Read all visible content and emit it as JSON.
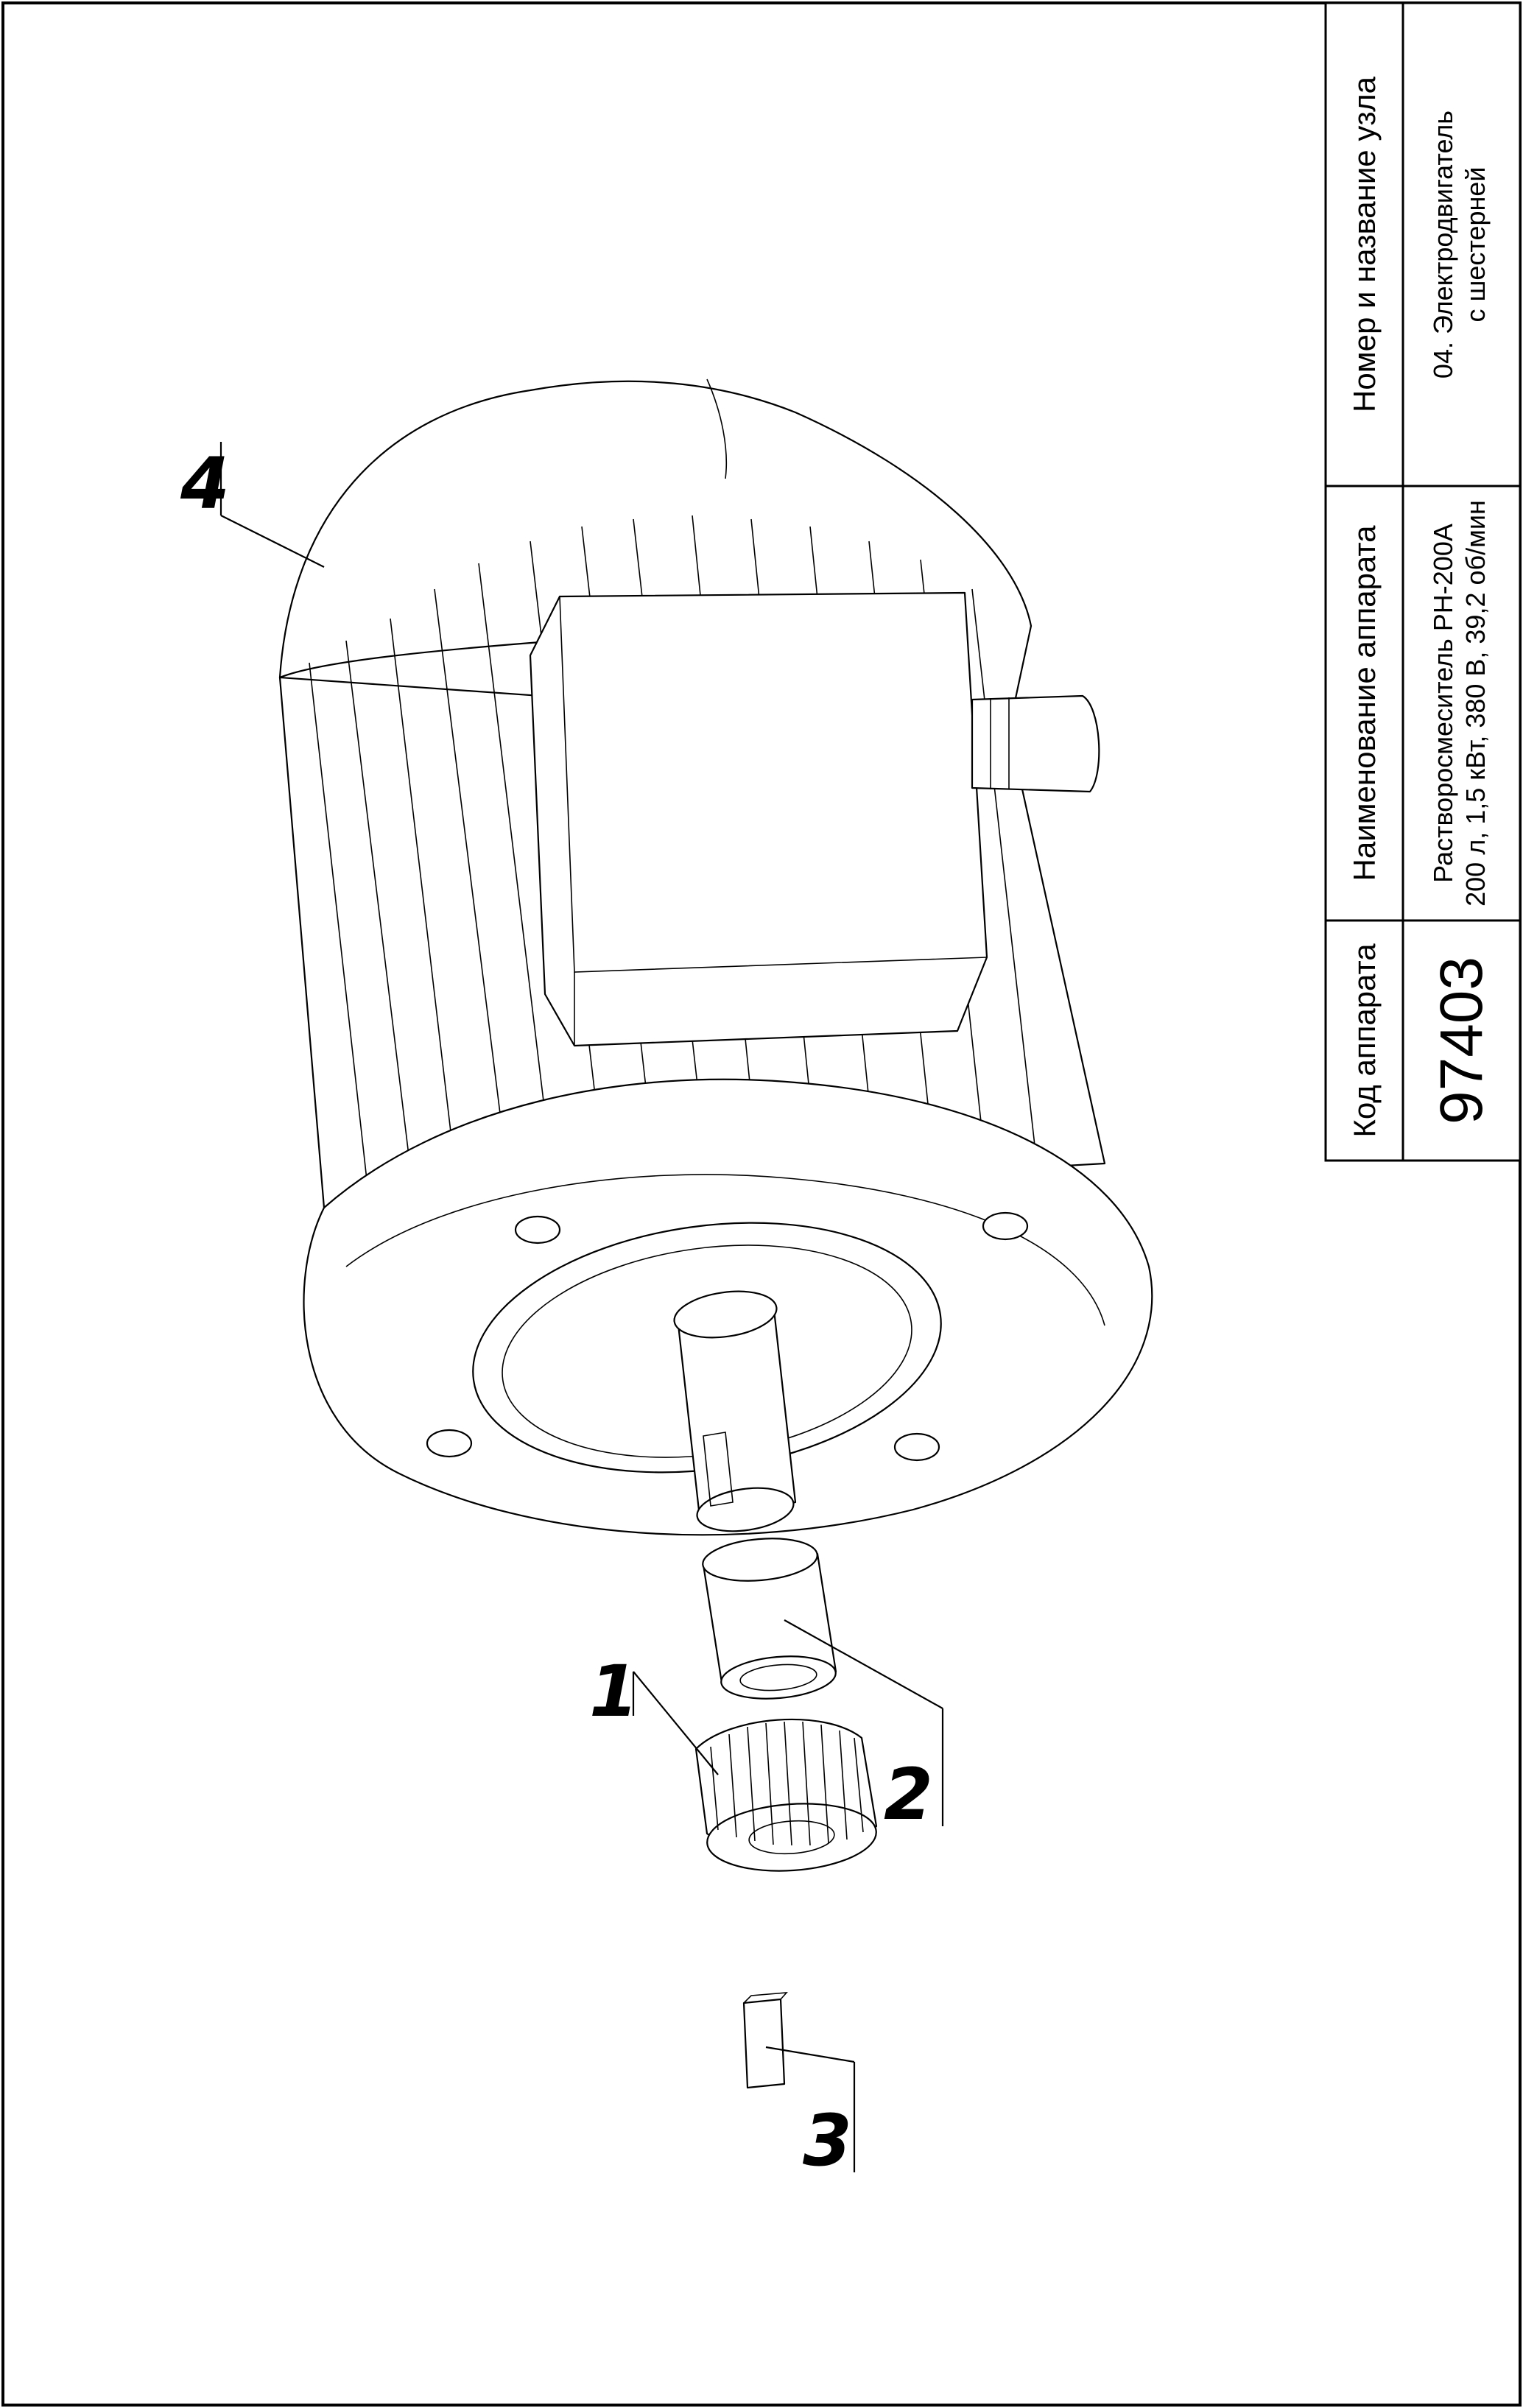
{
  "title_block": {
    "headers": {
      "code": "Код аппарата",
      "device_name": "Наименование аппарата",
      "unit_name": "Номер и название узла"
    },
    "values": {
      "code": "97403",
      "device_line1": "Растворосмеситель РН-200А",
      "device_line2": "200 л, 1,5 кВт, 380 В, 39,2 об/мин",
      "unit_line1": "04. Электродвигатель",
      "unit_line2": "с шестерней"
    }
  },
  "callouts": {
    "gear": "1",
    "bushing": "2",
    "key": "3",
    "motor": "4"
  }
}
